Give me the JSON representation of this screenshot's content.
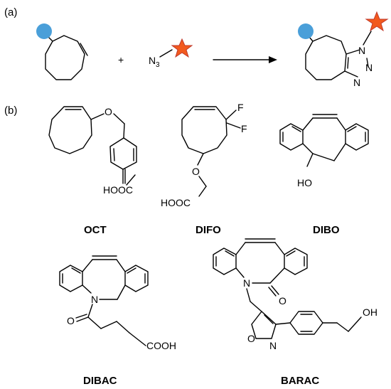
{
  "panel_labels": {
    "a": "(a)",
    "b": "(b)"
  },
  "reaction": {
    "plus": "+",
    "azide_n": "N",
    "azide_sub": "3",
    "triazole_n1": "N",
    "triazole_n2": "N",
    "triazole_n3": "N",
    "circle_color": "#4a9fd9",
    "star_color": "#f25a1e"
  },
  "compounds": {
    "oct": {
      "name": "OCT",
      "o": "O",
      "acid": "HOOC"
    },
    "difo": {
      "name": "DIFO",
      "o": "O",
      "f1": "F",
      "f2": "F",
      "acid": "HOOC"
    },
    "dibo": {
      "name": "DIBO",
      "oh": "HO"
    },
    "dibac": {
      "name": "DIBAC",
      "n": "N",
      "o": "O",
      "acid": "COOH"
    },
    "barac": {
      "name": "BARAC",
      "n": "N",
      "o": "O",
      "iso_o": "O",
      "iso_n": "N",
      "oh": "OH"
    }
  }
}
